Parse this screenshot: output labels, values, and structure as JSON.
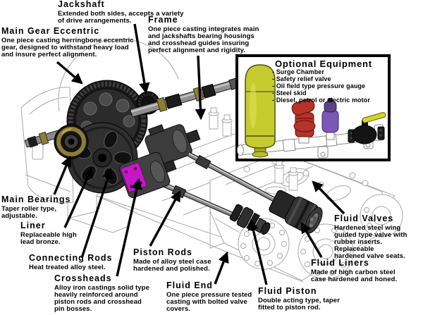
{
  "labels": [
    {
      "id": "jackshaft",
      "title": "Jackshaft",
      "body": "Extended both sides, accepts a variety\nof drive arrangements."
    },
    {
      "id": "main-gear-eccentric",
      "title": "Main Gear Eccentric",
      "body": "One piece casting herringbone eccentric\ngear, designed to withstand heavy load\nand insure perfect alignment."
    },
    {
      "id": "frame",
      "title": "Frame",
      "body": "One piece casting integrates main\nand jackshafts bearing housings\nand crosshead guides insuring\nperfect alignment and rigidity."
    },
    {
      "id": "main-bearings",
      "title": "Main Bearings",
      "body": "Taper roller type,\nadjustable."
    },
    {
      "id": "liner",
      "title": "Liner",
      "body": "Replaceable high\nlead bronze."
    },
    {
      "id": "connecting-rods",
      "title": "Connecting Rods",
      "body": "Heat treated alloy steel."
    },
    {
      "id": "crossheads",
      "title": "Crossheads",
      "body": "Alloy iron castings solid type\nheavily reinforced around\npiston rods and crosshead\npin bosses."
    },
    {
      "id": "piston-rods",
      "title": "Piston Rods",
      "body": "Made of alloy steel case\nhardened and polished."
    },
    {
      "id": "fluid-end",
      "title": "Fluid End",
      "body": "One piece pressure tested\ncasting with bolted valve\ncovers."
    },
    {
      "id": "fluid-piston",
      "title": "Fluid Piston",
      "body": "Double acting type, taper\nfitted to piston rod."
    },
    {
      "id": "fluid-liners",
      "title": "Fluid Liners",
      "body": "Made of high carbon steel\ncase hardened and honed."
    },
    {
      "id": "fluid-valves",
      "title": "Fluid Valves",
      "body": "Hardened steel wing\nguided type valve with\nrubber inserts. Replaceable\nhardened valve seats."
    }
  ],
  "optional_equipment": {
    "title": "Optional Equipment",
    "items": [
      "- Surge Chamber",
      "- Safety relief valve",
      "- Oil field type pressure gauge",
      "- Steel skid",
      "- Diesel, petrol or electric motor"
    ]
  },
  "colors": {
    "surge_chamber_yellow": "#c6cb2e",
    "relief_valve_red": "#b5332a",
    "pressure_gauge_purple": "#7a58b5",
    "valve_lever_yellow": "#d6d623",
    "bearing_brass": "#8d7d35",
    "crosshead_liner_magenta": "#c617c6",
    "arrow_black": "#000000",
    "line_art_gray": "#a8a8a8",
    "dark_metal": "#2e2e2e"
  }
}
